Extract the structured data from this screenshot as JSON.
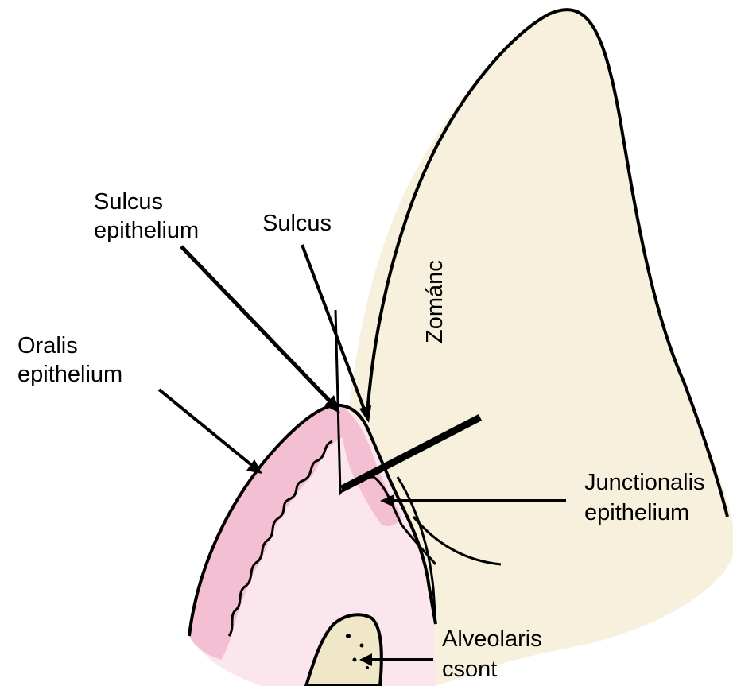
{
  "labels": {
    "sulcus_epithelium": [
      "Sulcus",
      "epithelium"
    ],
    "sulcus": "Sulcus",
    "zomanc": "Zománc",
    "oralis_epithelium": [
      "Oralis",
      "epithelium"
    ],
    "junctionalis_epithelium": [
      "Junctionalis",
      "epithelium"
    ],
    "alveolaris_csont": [
      "Alveolaris",
      "csont"
    ]
  },
  "colors": {
    "enamel": "#f6f0dd",
    "gingiva_connective": "#fbe6ee",
    "epithelium": "#f4bfd2",
    "bone": "#efe7c7",
    "outline": "#000000"
  }
}
